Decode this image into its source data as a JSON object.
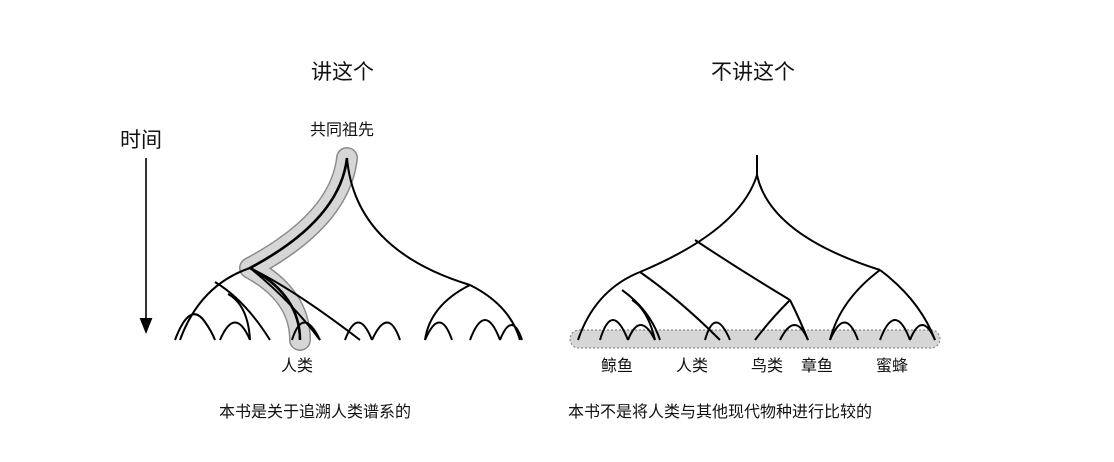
{
  "left_panel": {
    "title": "讲这个",
    "root_label": "共同祖先",
    "highlight_label": "人类",
    "caption": "本书是关于追溯人类谱系的"
  },
  "right_panel": {
    "title": "不讲这个",
    "leaf_labels": [
      "鲸鱼",
      "人类",
      "鸟类",
      "章鱼",
      "蜜蜂"
    ],
    "caption": "本书不是将人类与其他现代物种进行比较的"
  },
  "axis": {
    "label": "时间"
  },
  "colors": {
    "line": "#000000",
    "highlight_fill": "#d6d6d6",
    "highlight_border": "#8a8a8a"
  }
}
